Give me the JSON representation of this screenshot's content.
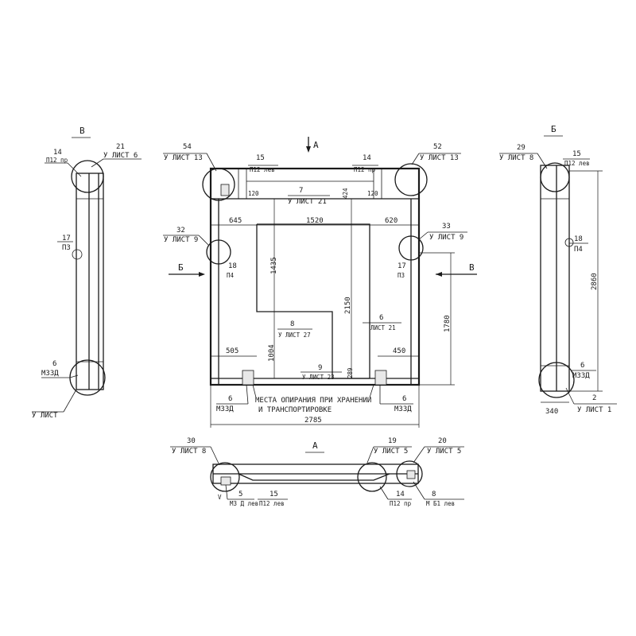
{
  "view_labels": {
    "v_left": "В",
    "b_right": "Б",
    "a_top": "А",
    "a_bottom": "А",
    "b_arrow": "Б",
    "v_arrow": "В"
  },
  "front": {
    "dims": {
      "d645": "645",
      "d1520": "1520",
      "d620": "620",
      "d120a": "120",
      "d120b": "120",
      "d7": "7",
      "d424": "424",
      "d1435": "1435",
      "d2150": "2150",
      "d1004": "1004",
      "d505": "505",
      "d450": "450",
      "d1780": "1780",
      "d2785": "2785",
      "d289": "289"
    },
    "callouts": [
      {
        "num": "54",
        "txt": "У ЛИСТ 13"
      },
      {
        "num": "15",
        "txt": "П12 лев"
      },
      {
        "num": "7",
        "txt": "У ЛИСТ 21"
      },
      {
        "num": "14",
        "txt": "П12 пр"
      },
      {
        "num": "52",
        "txt": "У ЛИСТ 13"
      },
      {
        "num": "32",
        "txt": "У ЛИСТ 9"
      },
      {
        "num": "33",
        "txt": "У ЛИСТ 9"
      },
      {
        "num": "18",
        "txt": "П4"
      },
      {
        "num": "17",
        "txt": "П3"
      },
      {
        "num": "6",
        "txt": "ЛИСТ 21"
      },
      {
        "num": "8",
        "txt": "У ЛИСТ 27"
      },
      {
        "num": "9",
        "txt": "У ЛИСТ 23"
      },
      {
        "num": "6",
        "txt": "М33Д"
      },
      {
        "num": "6",
        "txt": "М33Д"
      }
    ],
    "note_line1": "МЕСТА ОПИРАНИЯ ПРИ ХРАНЕНИИ",
    "note_line2": "И ТРАНСПОРТИРОВКЕ"
  },
  "left_view": {
    "c21": "21",
    "c21t": "У ЛИСТ 6",
    "c14": "14",
    "c14t": "П12 пр",
    "c17": "17",
    "c17t": "П3",
    "c6": "6",
    "c6t": "М33Д",
    "bottom": "У ЛИСТ"
  },
  "right_view": {
    "c29": "29",
    "c29t": "У ЛИСТ 8",
    "c15": "15",
    "c15t": "П12 лев",
    "c18": "18",
    "c18t": "П4",
    "c6": "6",
    "c6t": "М33Д",
    "c2": "2",
    "c2t": "У ЛИСТ 1",
    "d340": "340",
    "d2860": "2860"
  },
  "bottom_view": {
    "c30a": "30",
    "c30at": "У ЛИСТ 8",
    "c19": "19",
    "c19t": "У ЛИСТ 5",
    "c20": "20",
    "c20t": "У ЛИСТ 5",
    "c5": "5",
    "c5t": "М3 Д лев",
    "c15": "15",
    "c15t": "П12 лев",
    "c14": "14",
    "c14t": "П12 пр",
    "c8": "8",
    "c8t": "М Б1 лев",
    "v": "V"
  }
}
